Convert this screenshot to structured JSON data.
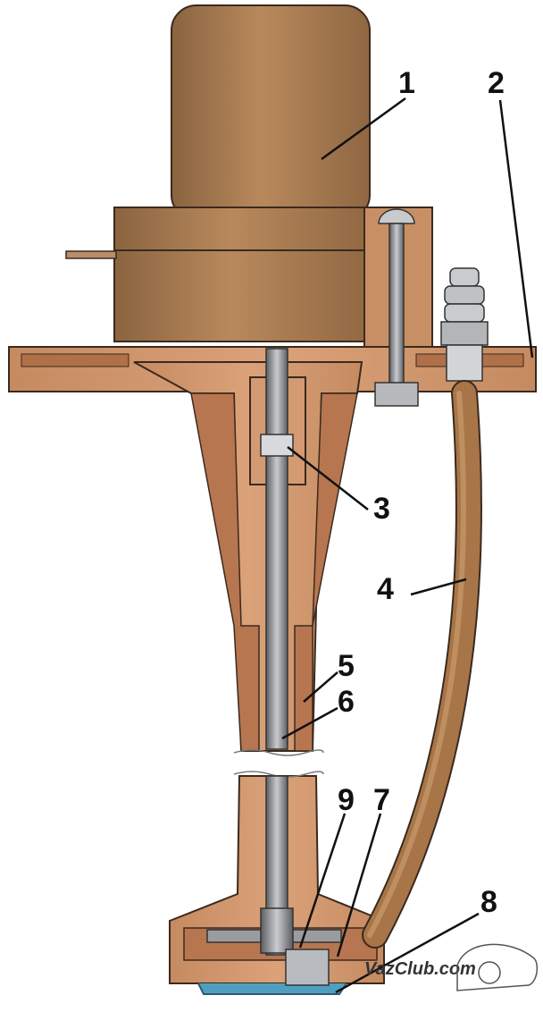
{
  "diagram": {
    "callouts": [
      {
        "id": "1",
        "text": "1"
      },
      {
        "id": "2",
        "text": "2"
      },
      {
        "id": "3",
        "text": "3"
      },
      {
        "id": "4",
        "text": "4"
      },
      {
        "id": "5",
        "text": "5"
      },
      {
        "id": "6",
        "text": "6"
      },
      {
        "id": "7",
        "text": "7"
      },
      {
        "id": "8",
        "text": "8"
      },
      {
        "id": "9",
        "text": "9"
      }
    ],
    "watermark": "VazClub.com",
    "colors": {
      "motor_body": "#a77a52",
      "housing": "#c68c62",
      "housing_outline": "#3a2a1e",
      "shaft": "#8d8f93",
      "hose": "#9d6b42",
      "filter_screen": "#4fa0c0"
    }
  }
}
